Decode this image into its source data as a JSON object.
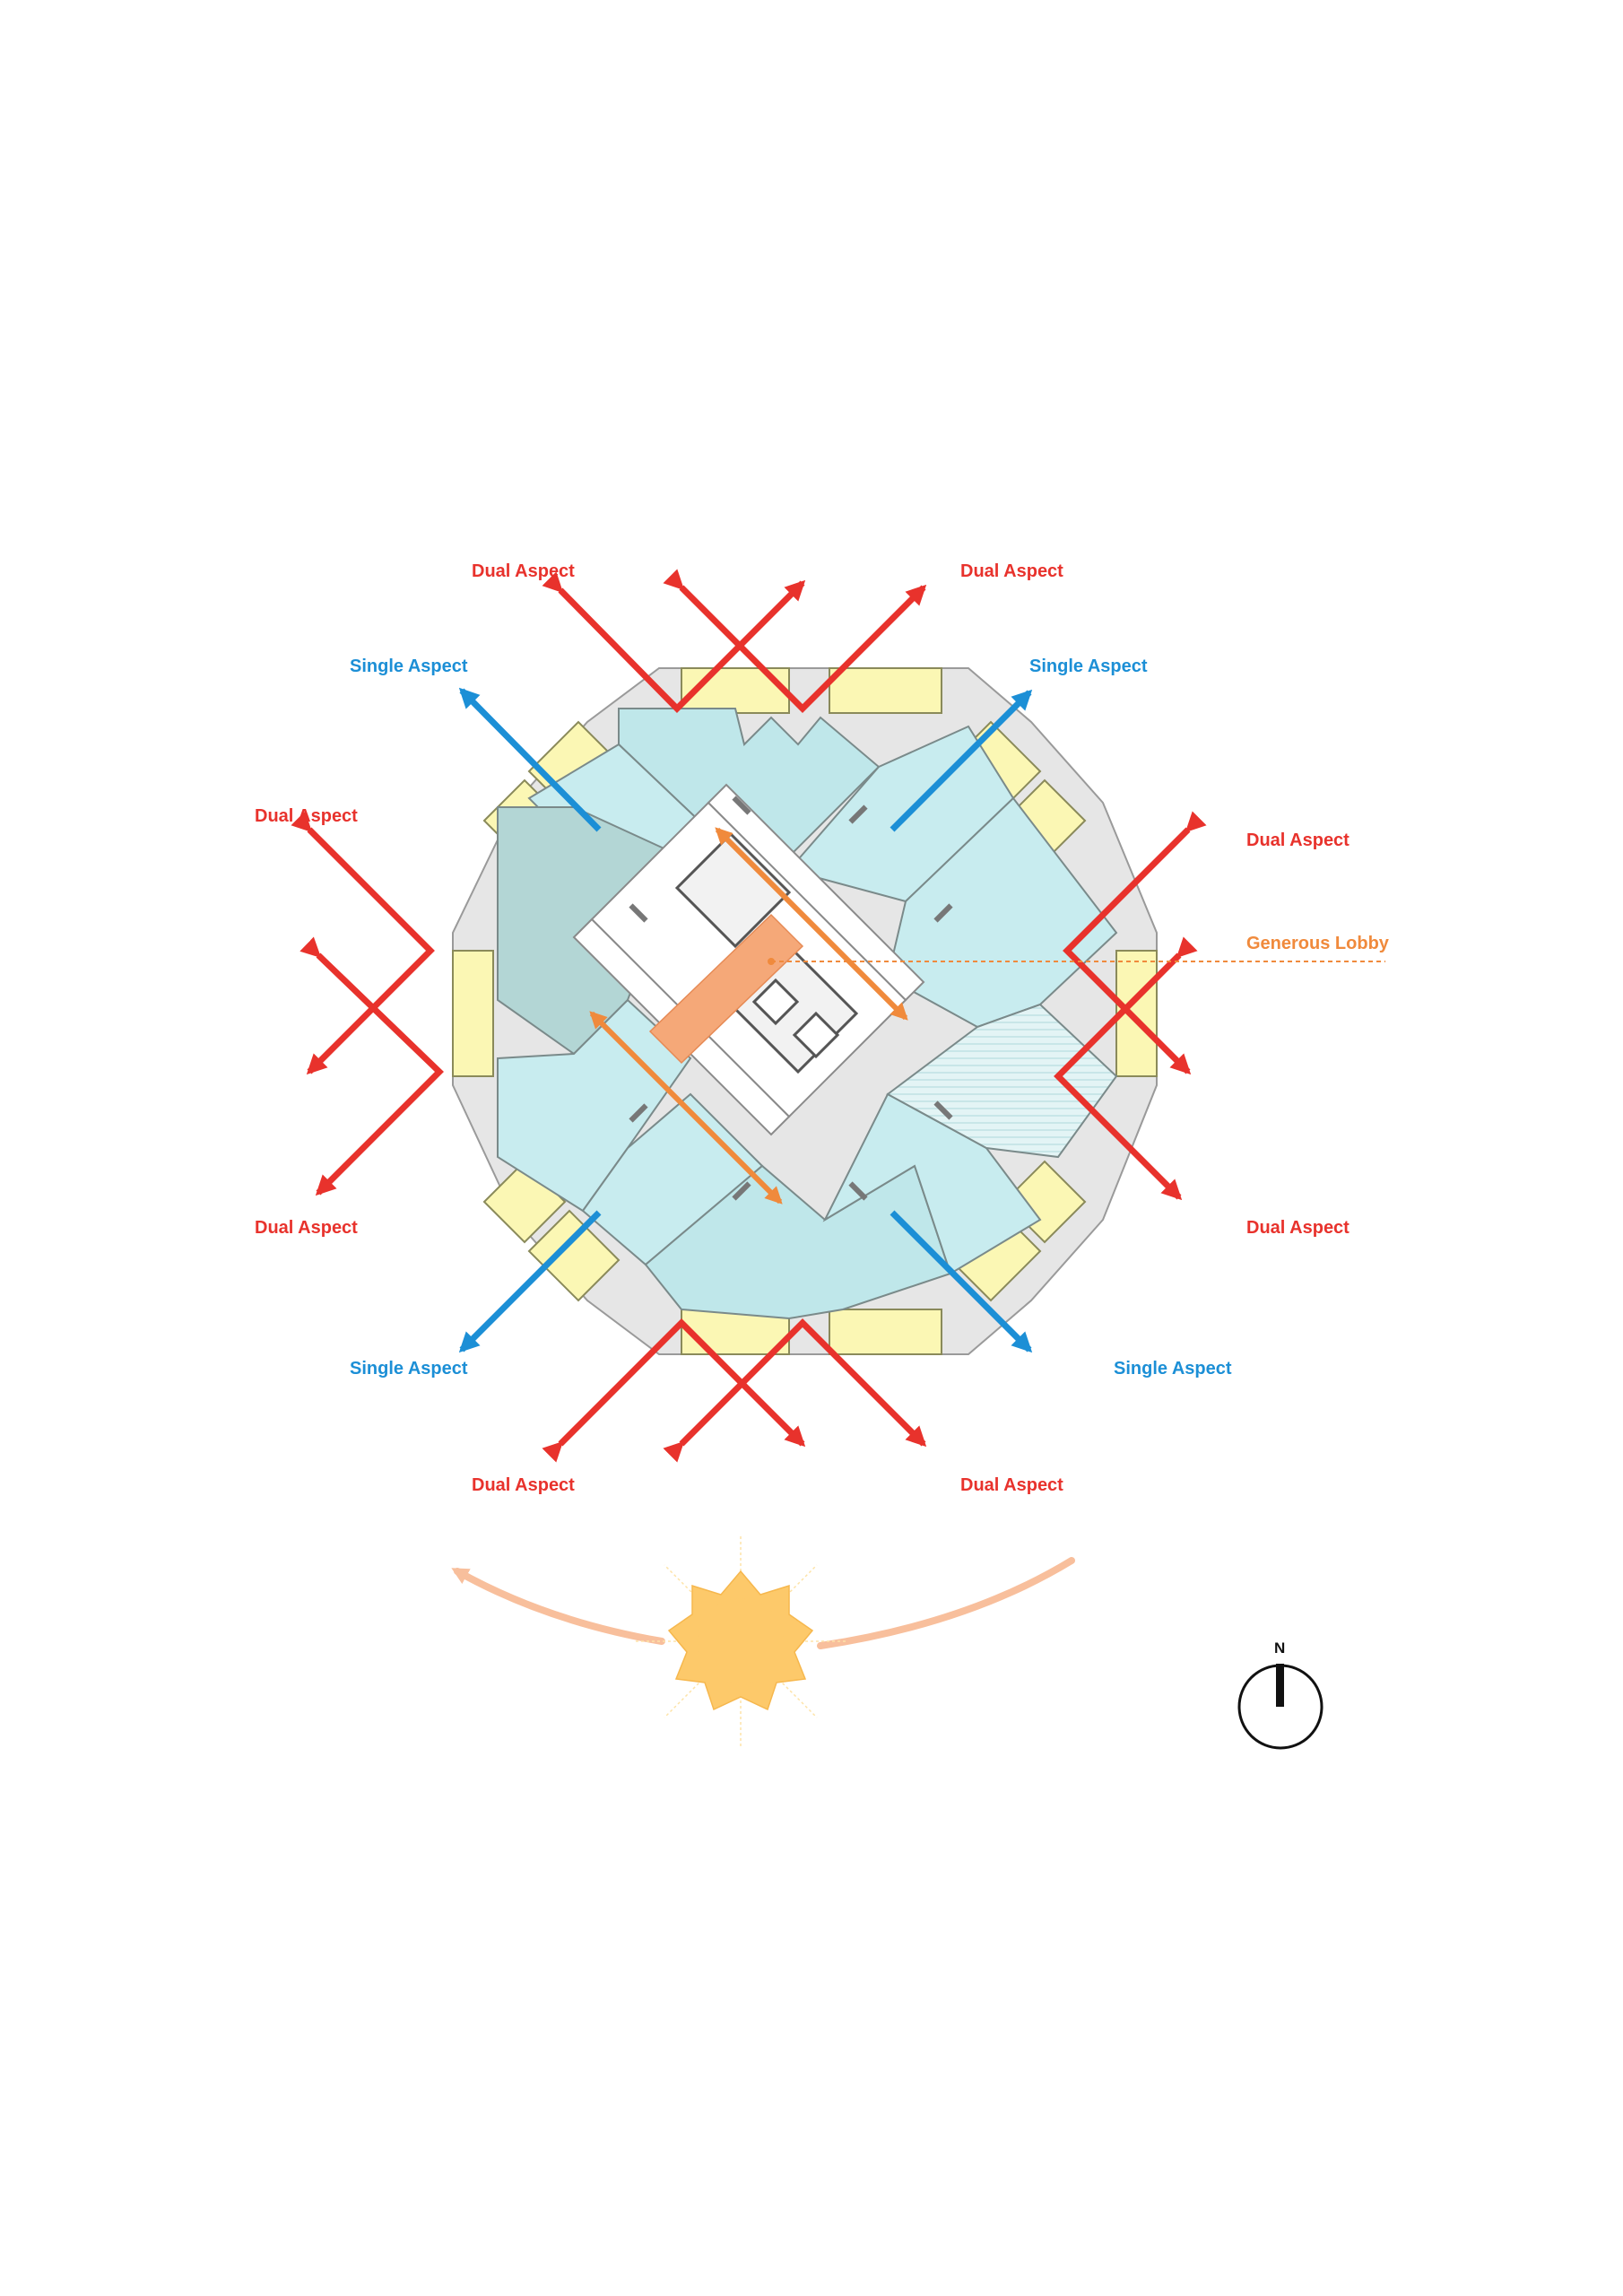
{
  "labels": {
    "dual_aspect": [
      "Dual Aspect",
      "Dual Aspect",
      "Dual Aspect",
      "Dual Aspect",
      "Dual Aspect",
      "Dual Aspect",
      "Dual Aspect",
      "Dual Aspect"
    ],
    "single_aspect": [
      "Single Aspect",
      "Single Aspect",
      "Single Aspect",
      "Single Aspect"
    ],
    "lobby": "Generous Lobby",
    "north": "N"
  },
  "colors": {
    "dual_aspect": "#e8322c",
    "single_aspect": "#1c8fd6",
    "lobby": "#f08a3c",
    "unit_light": "#c8ecef",
    "unit_mid": "#bfe7ea",
    "unit_dark": "#b3d6d5",
    "balcony": "#fbf7b4",
    "podium": "#e6e6e6",
    "sun": "#fdc96a",
    "sun_path": "#f8bf9c"
  },
  "icons": [
    "sun-icon",
    "north-arrow-icon",
    "sun-path-arrow-icon"
  ]
}
